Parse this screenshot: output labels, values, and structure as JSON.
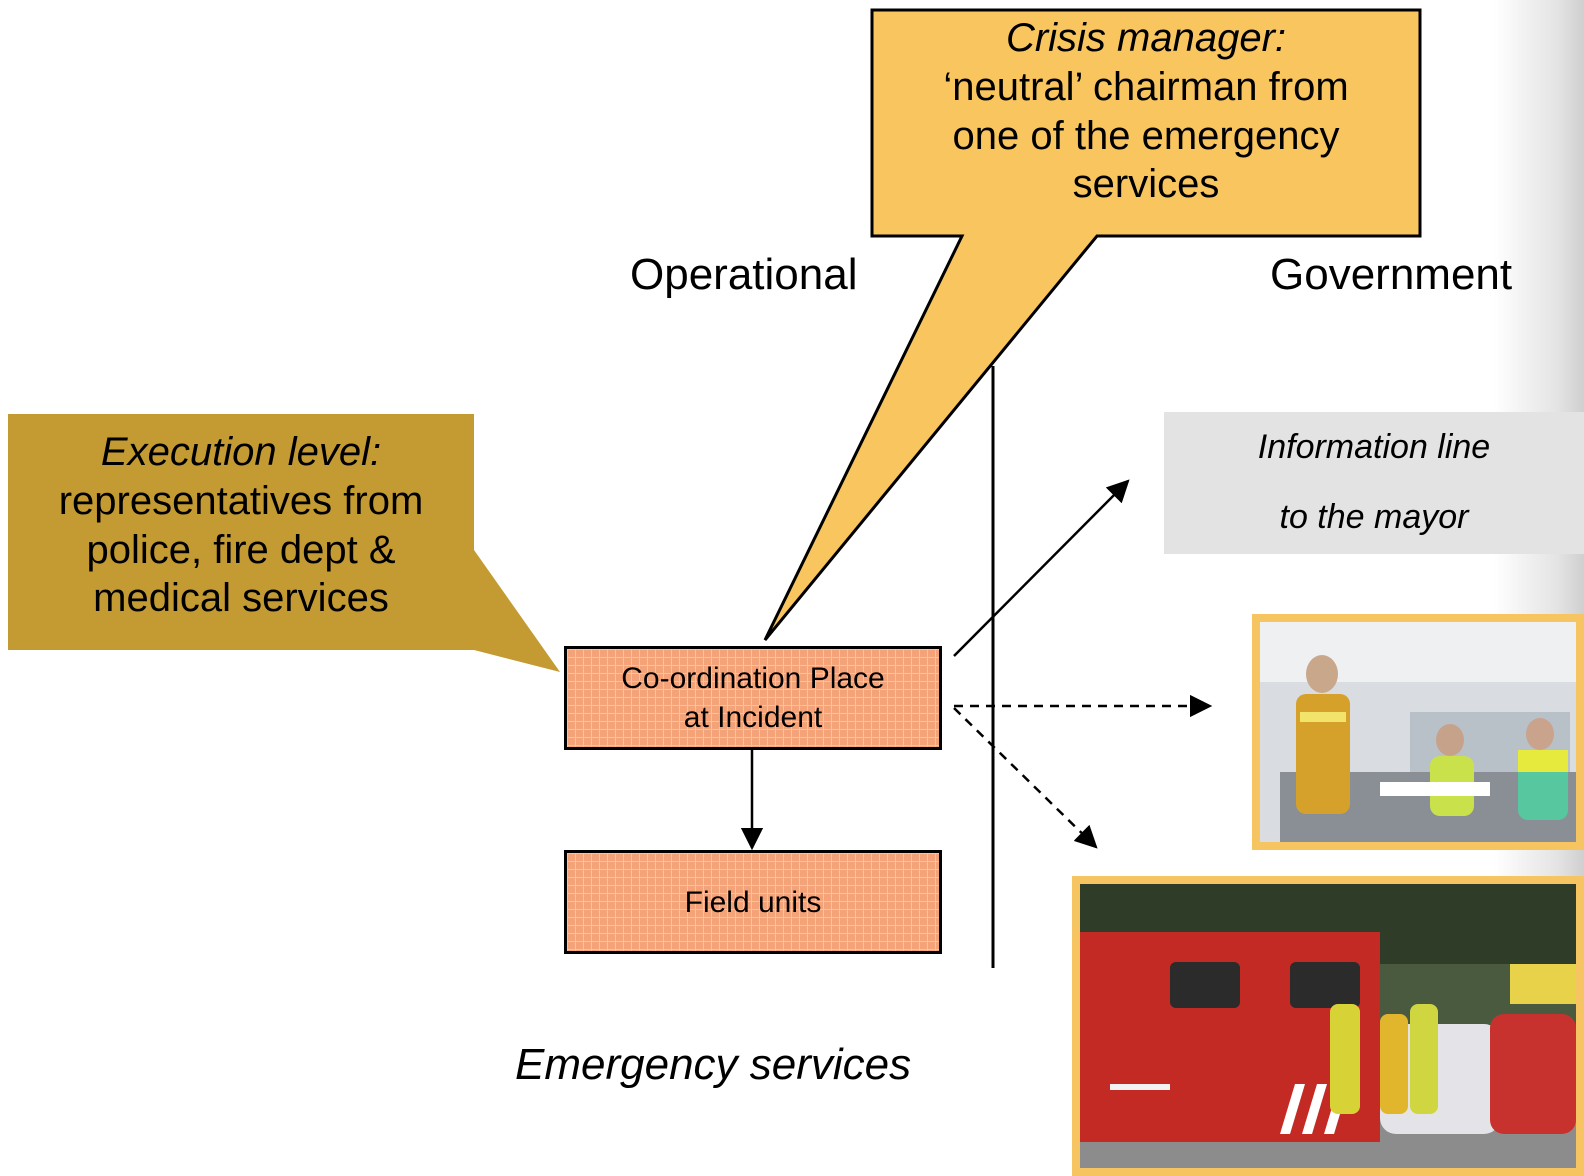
{
  "headings": {
    "operational": "Operational",
    "government": "Government",
    "emergency_services": "Emergency services"
  },
  "crisis_callout": {
    "lead": "Crisis manager:",
    "lines": [
      "‘neutral’ chairman from",
      "one of the emergency",
      "services"
    ],
    "fill": "#f8c55f"
  },
  "execution_callout": {
    "lead": "Execution level:",
    "lines": [
      "representatives from",
      "police, fire dept &",
      "medical services"
    ],
    "fill": "#c49a32"
  },
  "boxes": {
    "coordination": {
      "line1": "Co-ordination Place",
      "line2": "at Incident"
    },
    "field_units": "Field units"
  },
  "information_line": {
    "line1": "Information line",
    "line2": "to the mayor"
  },
  "photos": {
    "meeting": {
      "icon": "meeting-photo-icon"
    },
    "vehicles": {
      "icon": "emergency-vehicles-photo-icon"
    }
  },
  "colors": {
    "box_fill": "#f4a277",
    "photo_frame": "#f6c460",
    "info_fill": "#e3e3e3"
  }
}
